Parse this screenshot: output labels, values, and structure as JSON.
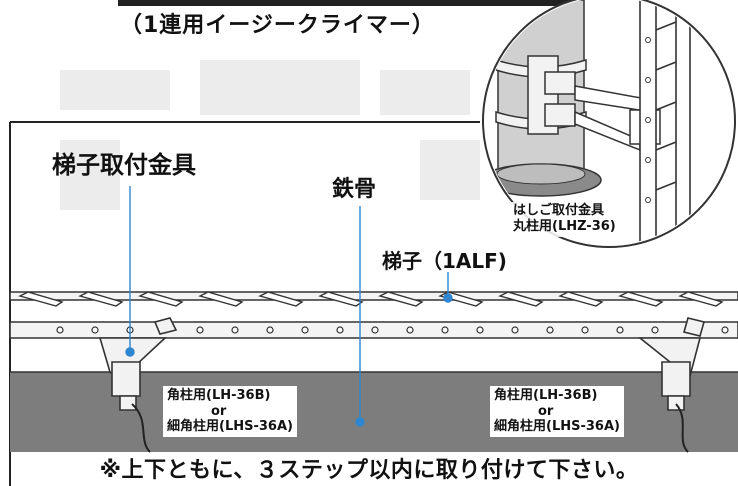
{
  "subtitle": "（1連用イージークライマー）",
  "labels": {
    "ladder_bracket": "梯子取付金具",
    "steel_frame": "鉄骨",
    "ladder": "梯子（1ALF)"
  },
  "inset": {
    "caption_line1": "はしご取付金具",
    "caption_line2": "丸柱用(LHZ-36)"
  },
  "models": {
    "left": {
      "line1": "角柱用(LH-36B)",
      "or": "or",
      "line2": "細角柱用(LHS-36A)"
    },
    "right": {
      "line1": "角柱用(LH-36B)",
      "or": "or",
      "line2": "細角柱用(LHS-36A)"
    }
  },
  "note": "※上下ともに、３ステップ以内に取り付けて下さい。",
  "colors": {
    "leader_line": "#2f86d1",
    "leader_dot": "#2f86d1",
    "steel_band": "#7d7d7d",
    "background": "#ffffff"
  }
}
